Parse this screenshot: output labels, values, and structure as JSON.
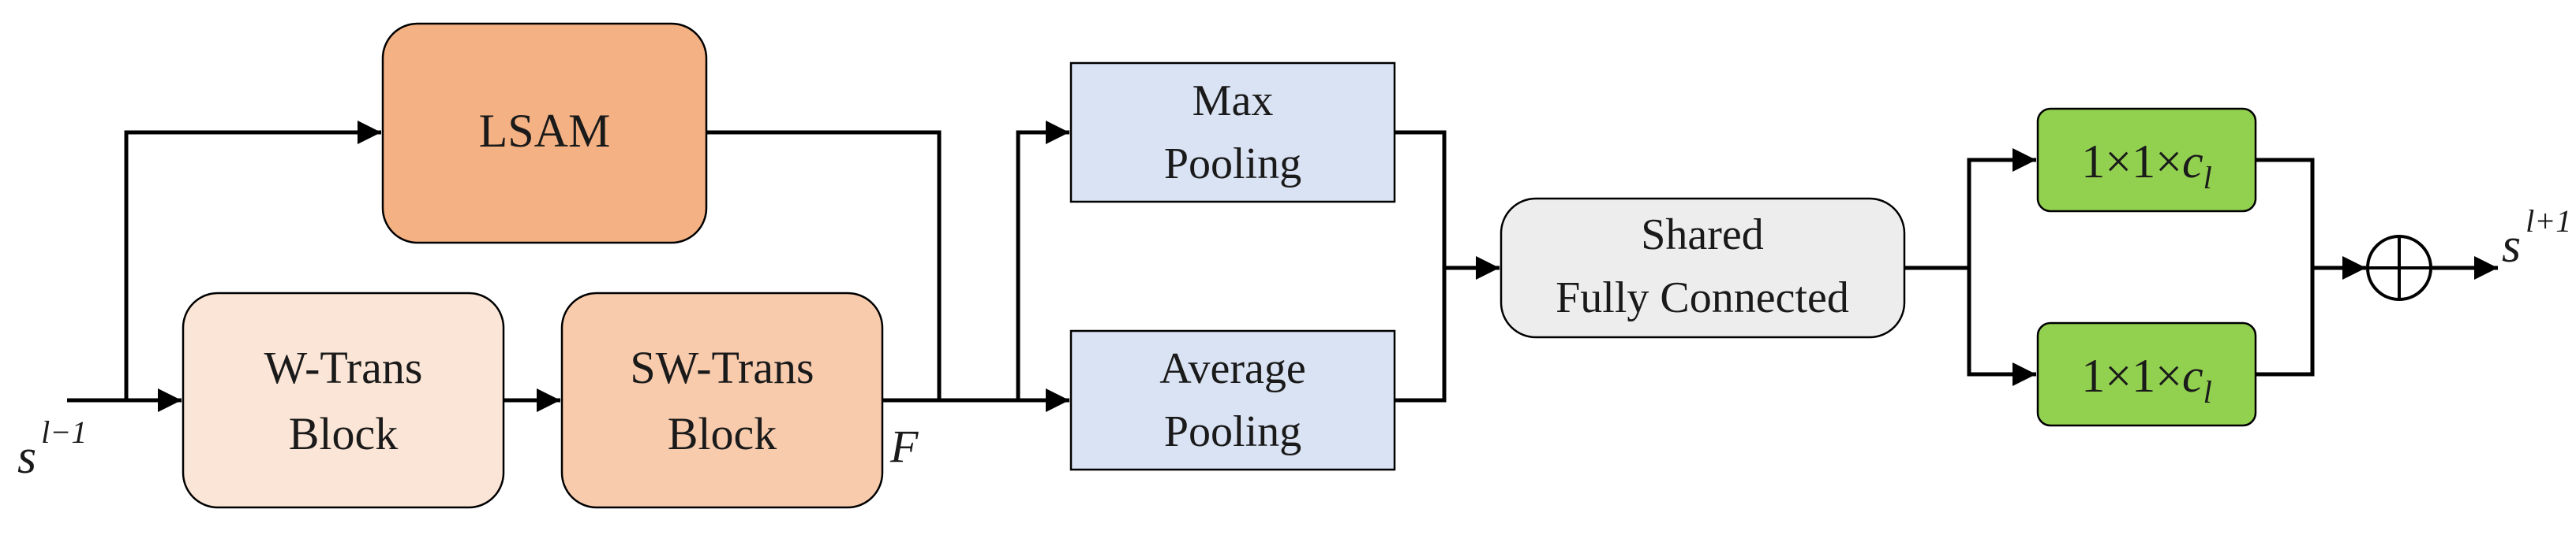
{
  "colors": {
    "lsam": "#f4b183",
    "w_trans": "#fbe5d6",
    "sw_trans": "#f8cbad",
    "pooling": "#dae3f3",
    "shared": "#ededed",
    "conv": "#92d050",
    "stroke": "#000000"
  },
  "blocks": {
    "lsam": "LSAM",
    "w_trans": [
      "W-Trans",
      "Block"
    ],
    "sw_trans": [
      "SW-Trans",
      "Block"
    ],
    "max_pool": [
      "Max",
      "Pooling"
    ],
    "avg_pool": [
      "Average",
      "Pooling"
    ],
    "shared_fc": [
      "Shared",
      "Fully Connected"
    ],
    "conv_top": {
      "prefix": "1×1×",
      "var": "c",
      "sub": "l"
    },
    "conv_bottom": {
      "prefix": "1×1×",
      "var": "c",
      "sub": "l"
    }
  },
  "labels": {
    "input": {
      "base": "s",
      "sup": "l−1"
    },
    "output": {
      "base": "s",
      "sup": "l+1"
    },
    "feature": "F"
  },
  "icons": {
    "sum": "circle-plus-icon"
  }
}
